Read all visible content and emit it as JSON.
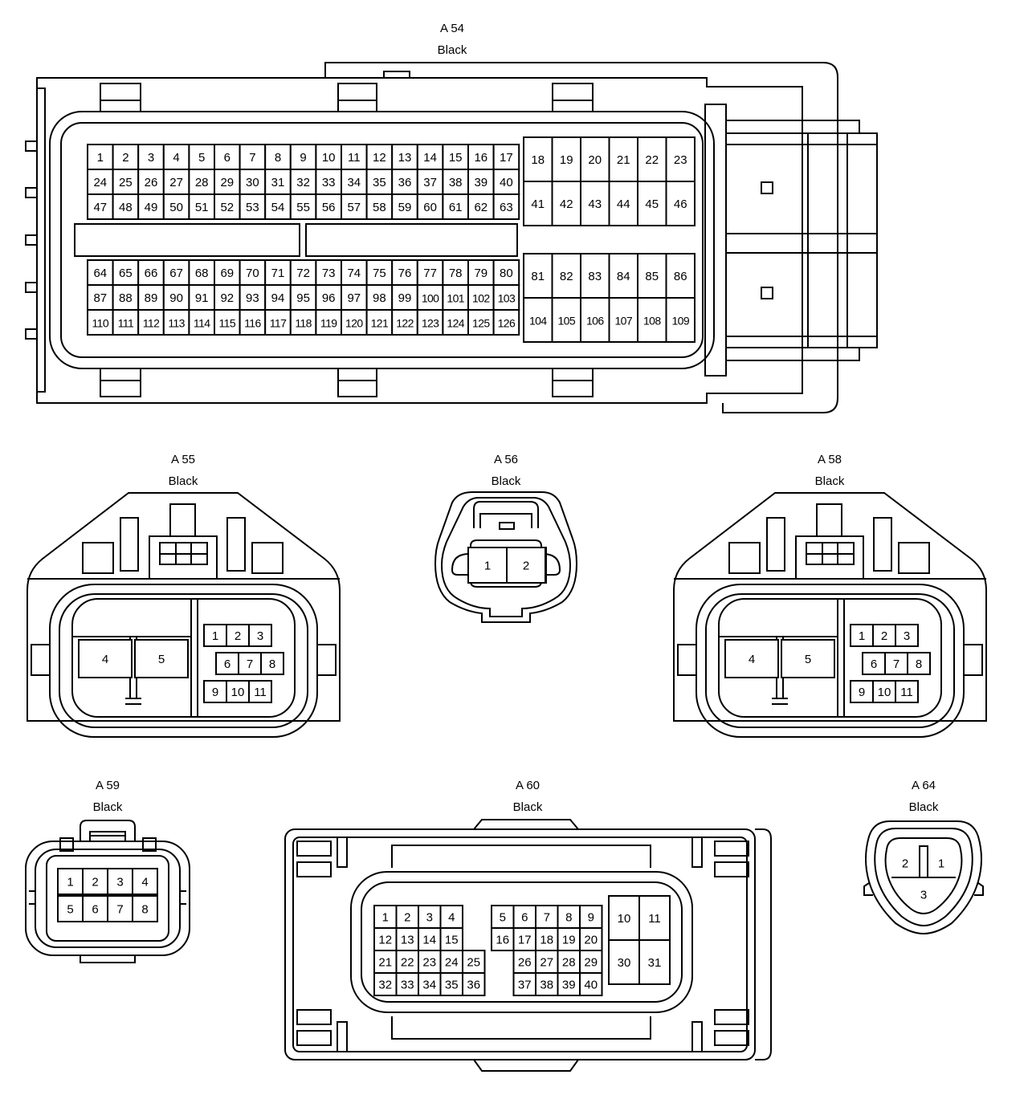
{
  "connectors": [
    {
      "id": "A 54",
      "color": "Black",
      "pins": [
        "1",
        "2",
        "3",
        "4",
        "5",
        "6",
        "7",
        "8",
        "9",
        "10",
        "11",
        "12",
        "13",
        "14",
        "15",
        "16",
        "17",
        "18",
        "19",
        "20",
        "21",
        "22",
        "23",
        "24",
        "25",
        "26",
        "27",
        "28",
        "29",
        "30",
        "31",
        "32",
        "33",
        "34",
        "35",
        "36",
        "37",
        "38",
        "39",
        "40",
        "41",
        "42",
        "43",
        "44",
        "45",
        "46",
        "47",
        "48",
        "49",
        "50",
        "51",
        "52",
        "53",
        "54",
        "55",
        "56",
        "57",
        "58",
        "59",
        "60",
        "61",
        "62",
        "63",
        "64",
        "65",
        "66",
        "67",
        "68",
        "69",
        "70",
        "71",
        "72",
        "73",
        "74",
        "75",
        "76",
        "77",
        "78",
        "79",
        "80",
        "81",
        "82",
        "83",
        "84",
        "85",
        "86",
        "87",
        "88",
        "89",
        "90",
        "91",
        "92",
        "93",
        "94",
        "95",
        "96",
        "97",
        "98",
        "99",
        "100",
        "101",
        "102",
        "103",
        "104",
        "105",
        "106",
        "107",
        "108",
        "109",
        "110",
        "111",
        "112",
        "113",
        "114",
        "115",
        "116",
        "117",
        "118",
        "119",
        "120",
        "121",
        "122",
        "123",
        "124",
        "125",
        "126"
      ]
    },
    {
      "id": "A 55",
      "color": "Black",
      "pins": [
        "1",
        "2",
        "3",
        "4",
        "5",
        "6",
        "7",
        "8",
        "9",
        "10",
        "11"
      ]
    },
    {
      "id": "A 56",
      "color": "Black",
      "pins": [
        "1",
        "2"
      ]
    },
    {
      "id": "A 58",
      "color": "Black",
      "pins": [
        "1",
        "2",
        "3",
        "4",
        "5",
        "6",
        "7",
        "8",
        "9",
        "10",
        "11"
      ]
    },
    {
      "id": "A 59",
      "color": "Black",
      "pins": [
        "1",
        "2",
        "3",
        "4",
        "5",
        "6",
        "7",
        "8"
      ]
    },
    {
      "id": "A 60",
      "color": "Black",
      "pins": [
        "1",
        "2",
        "3",
        "4",
        "5",
        "6",
        "7",
        "8",
        "9",
        "10",
        "11",
        "12",
        "13",
        "14",
        "15",
        "16",
        "17",
        "18",
        "19",
        "20",
        "21",
        "22",
        "23",
        "24",
        "25",
        "26",
        "27",
        "28",
        "29",
        "30",
        "31",
        "32",
        "33",
        "34",
        "35",
        "36",
        "37",
        "38",
        "39",
        "40"
      ]
    },
    {
      "id": "A 64",
      "color": "Black",
      "pins": [
        "1",
        "2",
        "3"
      ]
    }
  ]
}
